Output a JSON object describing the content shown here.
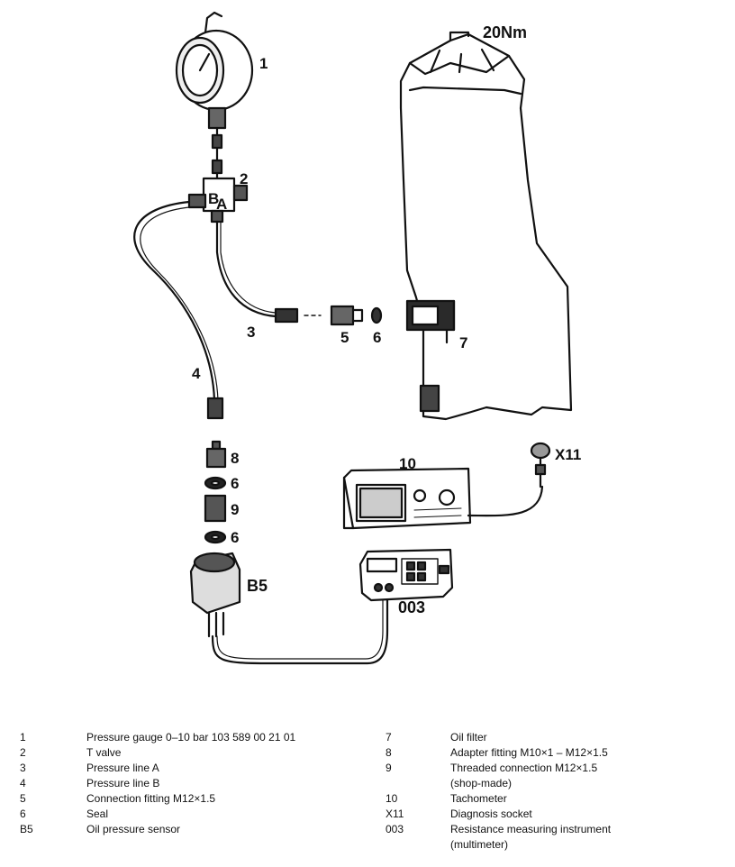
{
  "callouts": {
    "c1": "1",
    "c2": "2",
    "c2a": "B",
    "c2b": "A",
    "c3": "3",
    "c4": "4",
    "c5": "5",
    "c6a": "6",
    "c6b": "6",
    "c6c": "6",
    "c7": "7",
    "c8": "8",
    "c9": "9",
    "c10": "10",
    "cX11": "X11",
    "cB5": "B5",
    "c003": "003",
    "torque": "20Nm"
  },
  "legend": {
    "left": [
      {
        "key": "1",
        "text": "Pressure gauge 0–10 bar 103 589 00 21 01"
      },
      {
        "key": "2",
        "text": "T valve"
      },
      {
        "key": "3",
        "text": "Pressure line A"
      },
      {
        "key": "4",
        "text": "Pressure line B"
      },
      {
        "key": "5",
        "text": "Connection fitting M12×1.5"
      },
      {
        "key": "6",
        "text": "Seal"
      },
      {
        "key": "B5",
        "text": "Oil pressure sensor"
      }
    ],
    "right": [
      {
        "key": "7",
        "text": "Oil filter"
      },
      {
        "key": "8",
        "text": "Adapter fitting M10×1 – M12×1.5"
      },
      {
        "key": "9",
        "text": "Threaded connection M12×1.5",
        "text2": "(shop-made)"
      },
      {
        "key": "10",
        "text": "Tachometer"
      },
      {
        "key": "X11",
        "text": "Diagnosis socket"
      },
      {
        "key": "003",
        "text": "Resistance measuring instrument",
        "text2": "(multimeter)"
      }
    ]
  }
}
